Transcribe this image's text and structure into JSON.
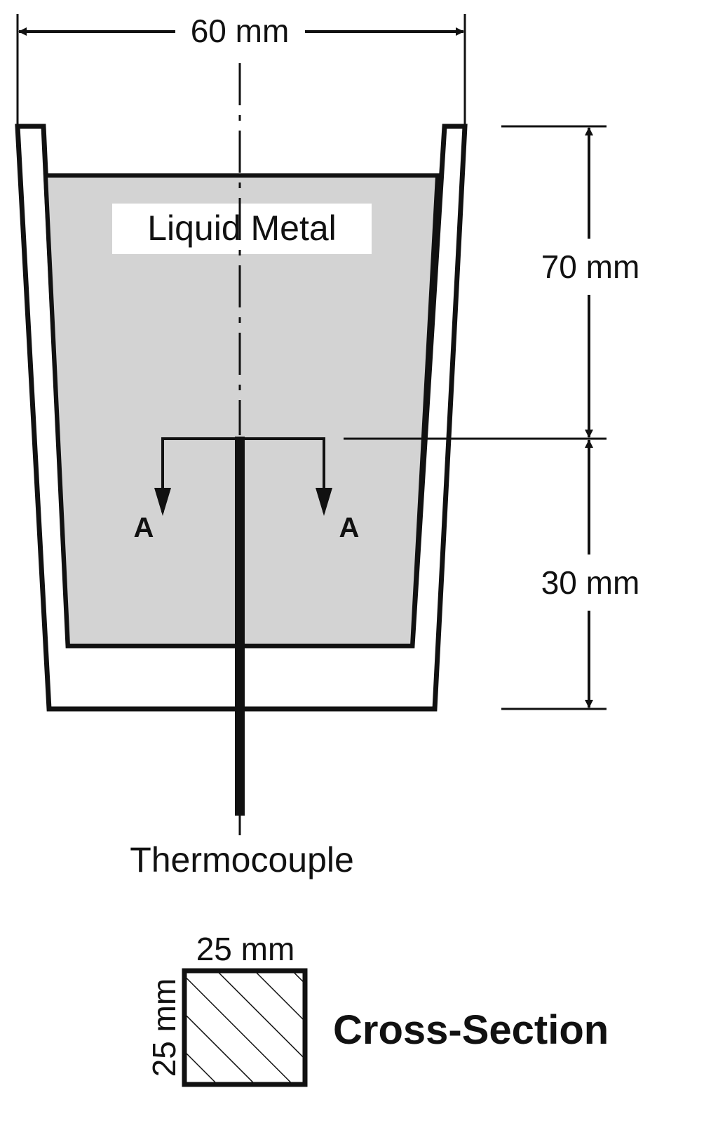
{
  "labels": {
    "top_width": "60 mm",
    "liquid_metal": "Liquid Metal",
    "upper_height": "70 mm",
    "lower_height": "30 mm",
    "section_left": "A",
    "section_right": "A",
    "thermocouple": "Thermocouple",
    "cross_section_width": "25 mm",
    "cross_section_height": "25 mm",
    "cross_section_title": "Cross-Section"
  },
  "colors": {
    "liquid_fill": "#d3d3d3",
    "line": "#111111",
    "background": "#ffffff"
  }
}
